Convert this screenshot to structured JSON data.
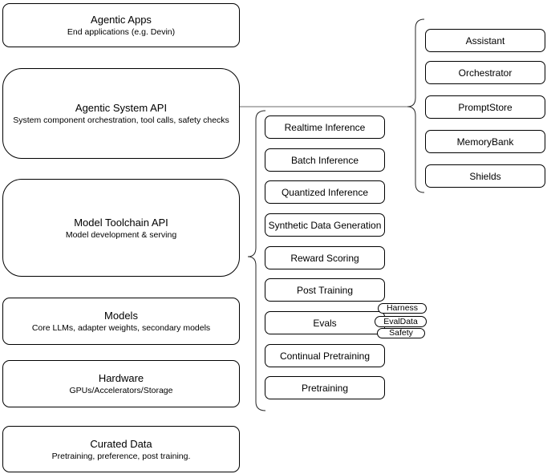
{
  "diagram": {
    "left_stack": [
      {
        "title": "Agentic Apps",
        "subtitle": "End applications (e.g. Devin)"
      },
      {
        "title": "Agentic System API",
        "subtitle": "System component orchestration, tool calls, safety checks"
      },
      {
        "title": "Model Toolchain API",
        "subtitle": "Model development & serving"
      },
      {
        "title": "Models",
        "subtitle": "Core LLMs, adapter weights, secondary models"
      },
      {
        "title": "Hardware",
        "subtitle": "GPUs/Accelerators/Storage"
      },
      {
        "title": "Curated Data",
        "subtitle": "Pretraining, preference, post training."
      }
    ],
    "toolchain_items": [
      "Realtime Inference",
      "Batch Inference",
      "Quantized Inference",
      "Synthetic Data Generation",
      "Reward Scoring",
      "Post Training",
      "Evals",
      "Continual Pretraining",
      "Pretraining"
    ],
    "eval_tags": [
      "Harness",
      "EvalData",
      "Safety"
    ],
    "system_components": [
      "Assistant",
      "Orchestrator",
      "PromptStore",
      "MemoryBank",
      "Shields"
    ],
    "colors": {
      "background": "#ffffff",
      "box_border": "#000000",
      "text": "#000000",
      "connector": "#6b6b6b",
      "brace": "#262626"
    }
  }
}
